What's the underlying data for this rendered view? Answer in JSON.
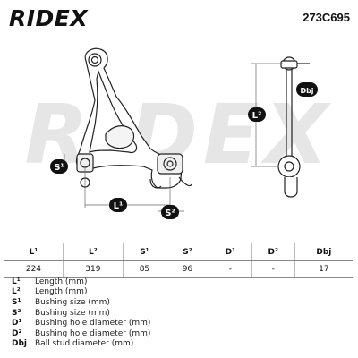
{
  "header": {
    "logo": "RIDEX",
    "part_number": "273C695"
  },
  "drawing": {
    "watermark": "RIDEX",
    "labels": {
      "s1": "S¹",
      "l1": "L¹",
      "s2": "S²",
      "l2": "L²",
      "dbj": "Dbj"
    }
  },
  "table": {
    "headers": [
      "L¹",
      "L²",
      "S¹",
      "S²",
      "D¹",
      "D²",
      "Dbj"
    ],
    "values": [
      "224",
      "319",
      "85",
      "96",
      "-",
      "-",
      "17"
    ]
  },
  "legend": [
    {
      "symbol": "L¹",
      "desc": "Length (mm)"
    },
    {
      "symbol": "L²",
      "desc": "Length (mm)"
    },
    {
      "symbol": "S¹",
      "desc": "Bushing size (mm)"
    },
    {
      "symbol": "S²",
      "desc": "Bushing size (mm)"
    },
    {
      "symbol": "D¹",
      "desc": "Bushing hole diameter (mm)"
    },
    {
      "symbol": "D²",
      "desc": "Bushing hole diameter (mm)"
    },
    {
      "symbol": "Dbj",
      "desc": "Ball stud diameter (mm)"
    }
  ]
}
